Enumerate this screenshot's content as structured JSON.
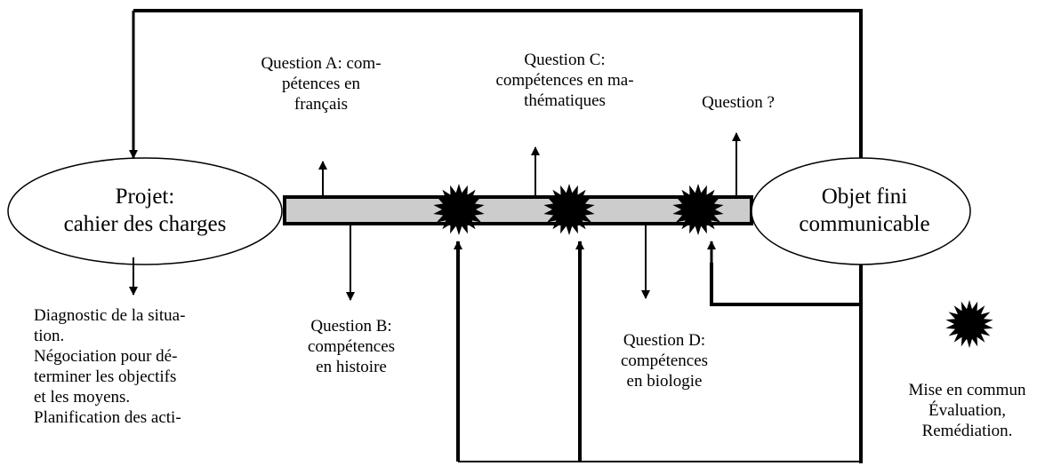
{
  "colors": {
    "line": "#000000",
    "bar_fill": "#cccccc",
    "background": "#ffffff",
    "milestone_marker": "#000000"
  },
  "nodes": {
    "projet": "Projet:\ncahier des charges",
    "objet": "Objet fini\ncommunicable"
  },
  "questions": {
    "a": "Question A: com-\npétences en\nfrançais",
    "b": "Question B:\ncompétences\nen histoire",
    "c": "Question C:\ncompétences en ma-\nthématiques",
    "d": "Question D:\ncompétences\nen biologie",
    "unknown": "Question ?"
  },
  "diagnostic_text": "Diagnostic de la situa-\ntion.\nNégociation pour dé-\nterminer les objectifs\net les moyens.\nPlanification des acti-",
  "legend": {
    "icon": "starburst-icon",
    "text": "Mise en commun\nÉvaluation,\nRemédiation."
  },
  "milestones": 3
}
